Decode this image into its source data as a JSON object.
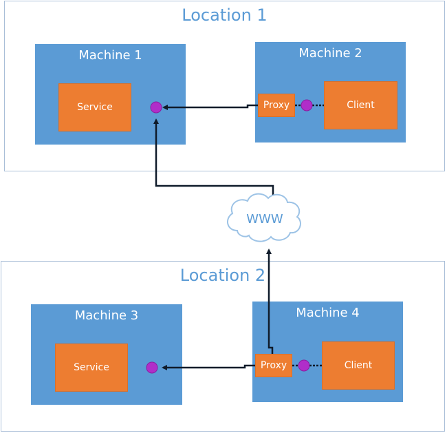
{
  "locations": [
    {
      "title": "Location 1"
    },
    {
      "title": "Location 2"
    }
  ],
  "machines": [
    {
      "title": "Machine 1"
    },
    {
      "title": "Machine 2"
    },
    {
      "title": "Machine 3"
    },
    {
      "title": "Machine 4"
    }
  ],
  "components": {
    "service_1": "Service",
    "proxy_2": "Proxy",
    "client_2": "Client",
    "service_3": "Service",
    "proxy_4": "Proxy",
    "client_4": "Client"
  },
  "cloud": {
    "label": "WWW"
  },
  "colors": {
    "location_border": "#aabfd8",
    "location_title": "#5b9bd5",
    "machine": "#5b9bd5",
    "component": "#ed7d31",
    "endpoint": "#b02ec9",
    "connector": "#0f1b2a"
  }
}
